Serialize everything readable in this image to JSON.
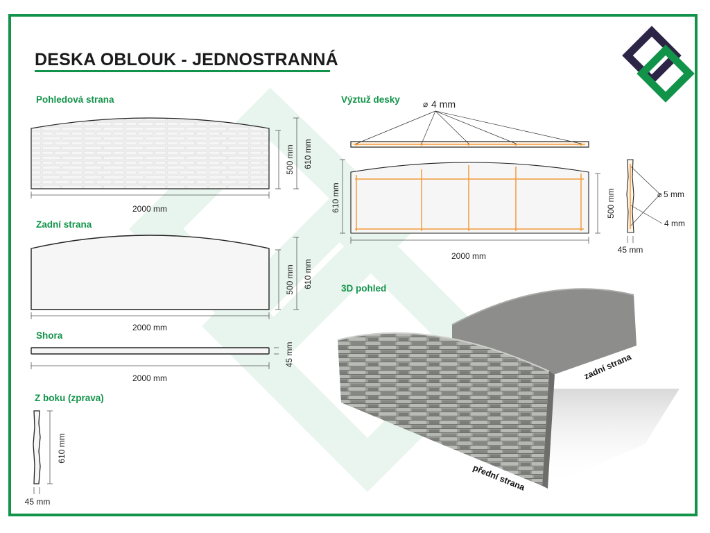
{
  "title": "DESKA OBLOUK - JEDNOSTRANNÁ",
  "colors": {
    "frame": "#12934a",
    "accent_green": "#12934a",
    "logo_dark": "#2c2545",
    "rebar_orange": "#f39a3c",
    "panel_grey": "#8d8e8b"
  },
  "sections": {
    "front": "Pohledová strana",
    "back": "Zadní strana",
    "top": "Shora",
    "side": "Z boku (zprava)",
    "rebar": "Výztuž desky",
    "view3d": "3D pohled"
  },
  "dims": {
    "front_width": "2000 mm",
    "front_height_edge": "500 mm",
    "front_height_peak": "610 mm",
    "back_width": "2000 mm",
    "back_height_edge": "500 mm",
    "back_height_peak": "610 mm",
    "top_width": "2000 mm",
    "top_depth": "45 mm",
    "side_height": "610 mm",
    "side_depth": "45 mm",
    "rebar_top_label": "4 mm",
    "rebar_width": "2000 mm",
    "rebar_height_peak": "610 mm",
    "rebar_height_edge": "500 mm",
    "rebar_side_5": "5 mm",
    "rebar_side_4": "4 mm",
    "rebar_side_depth": "45 mm"
  },
  "labels_3d": {
    "back": "zadní strana",
    "front": "přední strana"
  },
  "icons": {
    "logo": "overlapping-squares-logo",
    "diameter": "diameter-symbol"
  }
}
